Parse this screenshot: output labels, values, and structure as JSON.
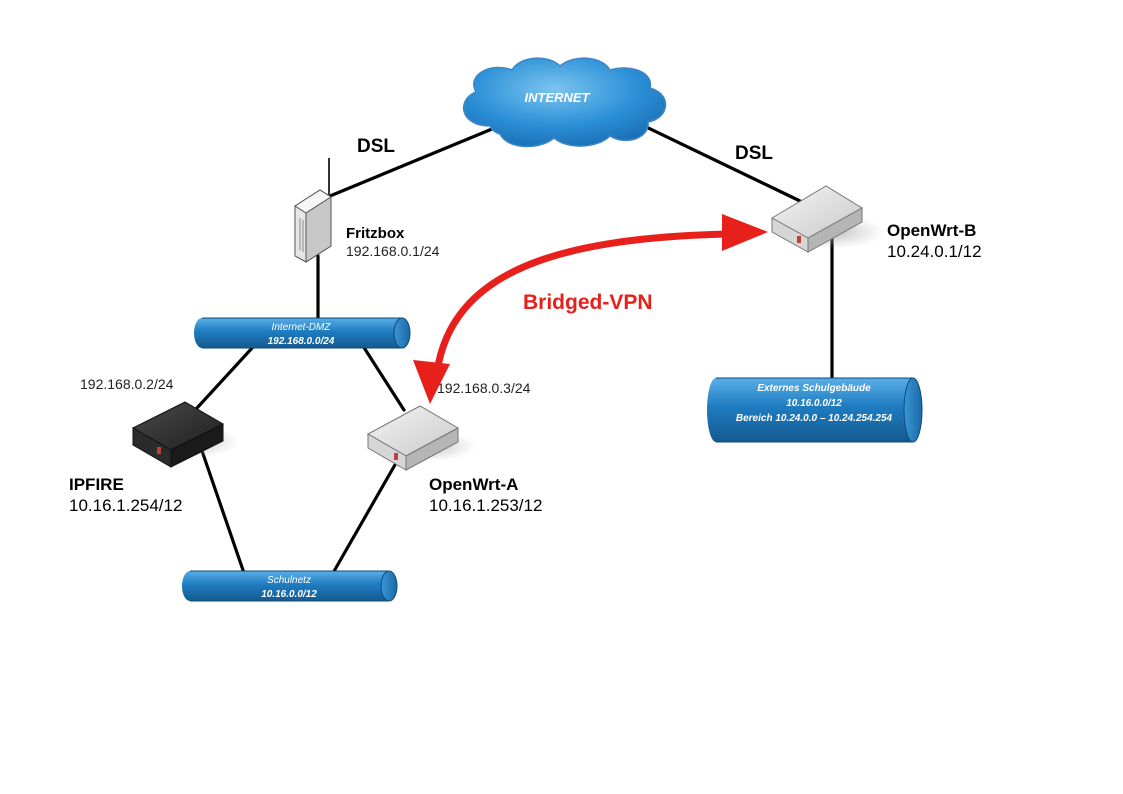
{
  "internet": {
    "label": "INTERNET"
  },
  "links": {
    "dsl_left": "DSL",
    "dsl_right": "DSL",
    "vpn": "Bridged-VPN"
  },
  "fritzbox": {
    "name": "Fritzbox",
    "ip": "192.168.0.1/24"
  },
  "dmz": {
    "name": "Internet-DMZ",
    "subnet": "192.168.0.0/24"
  },
  "ipfire": {
    "name": "IPFIRE",
    "ip": "10.16.1.254/12",
    "dmz_ip": "192.168.0.2/24"
  },
  "openwrt_a": {
    "name": "OpenWrt-A",
    "ip": "10.16.1.253/12",
    "dmz_ip": "192.168.0.3/24"
  },
  "schulnetz": {
    "name": "Schulnetz",
    "subnet": "10.16.0.0/12"
  },
  "openwrt_b": {
    "name": "OpenWrt-B",
    "ip": "10.24.0.1/12"
  },
  "extern": {
    "name": "Externes Schulgebäude",
    "subnet": "10.16.0.0/12",
    "range": "Bereich 10.24.0.0 – 10.24.254.254"
  },
  "colors": {
    "pipe": "#1f7cc1",
    "cloud": "#2a8fd6",
    "vpn": "#e8201c",
    "link": "#000000"
  }
}
